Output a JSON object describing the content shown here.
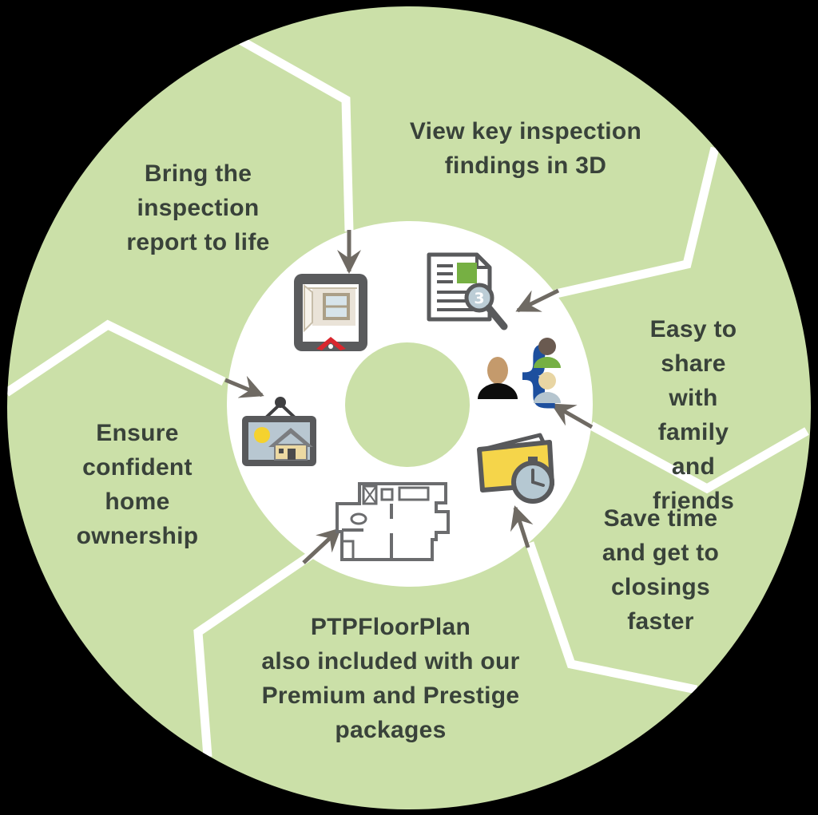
{
  "diagram_type": "circular process wheel",
  "colors": {
    "background": "#000000",
    "wheel_green": "#cbe0a8",
    "inner_circle_white": "#ffffff",
    "hub_green": "#cbe0a8",
    "divider_white": "#ffffff",
    "text_dark": "#39423a",
    "arrow_gray": "#6f6a63",
    "icon_outline_gray": "#58595b",
    "accent_green": "#76b043",
    "brace_blue": "#1d4f9e",
    "folder_yellow": "#f5d54a",
    "sun_yellow": "#f5d22e",
    "blue_gray": "#b5c5cf",
    "skin_tan": "#c49a6c",
    "skin_pale": "#e8d5a3",
    "head_brown": "#6a5a50",
    "house_tan": "#ecd9a2",
    "red_mark": "#d9272e"
  },
  "segments": [
    {
      "id": "bring-report",
      "label": "Bring the\ninspection\nreport to life",
      "icon": "tablet-3d-room-icon"
    },
    {
      "id": "view-3d",
      "label": "View key inspection\nfindings in 3D",
      "icon": "report-magnifier-icon"
    },
    {
      "id": "share",
      "label": "Easy to share\nwith family\nand friends",
      "icon": "share-people-icon"
    },
    {
      "id": "save-time",
      "label": "Save time\nand get to\nclosings\nfaster",
      "icon": "folder-clock-icon"
    },
    {
      "id": "floorplan",
      "label": "PTPFloorPlan\nalso included with our\nPremium and Prestige\npackages",
      "icon": "floor-plan-icon"
    },
    {
      "id": "ownership",
      "label": "Ensure\nconfident\nhome\nownership",
      "icon": "framed-house-picture-icon"
    }
  ],
  "icons": [
    {
      "name": "tablet-3d-room-icon",
      "meaning": "tablet showing 3D room view"
    },
    {
      "name": "report-magnifier-icon",
      "meaning": "inspection report document with magnifying glass"
    },
    {
      "name": "share-people-icon",
      "meaning": "person sharing with family and friends via curly brace"
    },
    {
      "name": "folder-clock-icon",
      "meaning": "folder with stopwatch"
    },
    {
      "name": "floor-plan-icon",
      "meaning": "house floor plan"
    },
    {
      "name": "framed-house-picture-icon",
      "meaning": "hanging framed picture of a house"
    }
  ],
  "magnifier_lens_text": "3"
}
